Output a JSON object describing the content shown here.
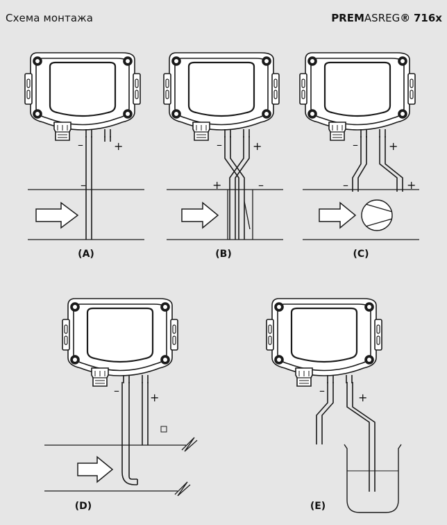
{
  "header": {
    "title": "Схема монтажа",
    "brand_bold": "PREM",
    "brand_regular": "ASREG",
    "brand_reg_mark": "®",
    "model": "716x"
  },
  "diagrams": [
    {
      "id": "A",
      "label": "(A)",
      "minus": "–",
      "plus": "+",
      "pipe_minus": "–"
    },
    {
      "id": "B",
      "label": "(B)",
      "minus": "–",
      "plus": "+",
      "pipe_plus": "+",
      "pipe_minus": "–"
    },
    {
      "id": "C",
      "label": "(C)",
      "minus": "–",
      "plus": "+",
      "pipe_plus": "+",
      "pipe_minus": "–"
    },
    {
      "id": "D",
      "label": "(D)",
      "minus": "–",
      "plus": "+"
    },
    {
      "id": "E",
      "label": "(E)",
      "minus": "–",
      "plus": "+"
    }
  ],
  "colors": {
    "background": "#e6e6e6",
    "line": "#1a1a1a",
    "window": "#ffffff"
  }
}
